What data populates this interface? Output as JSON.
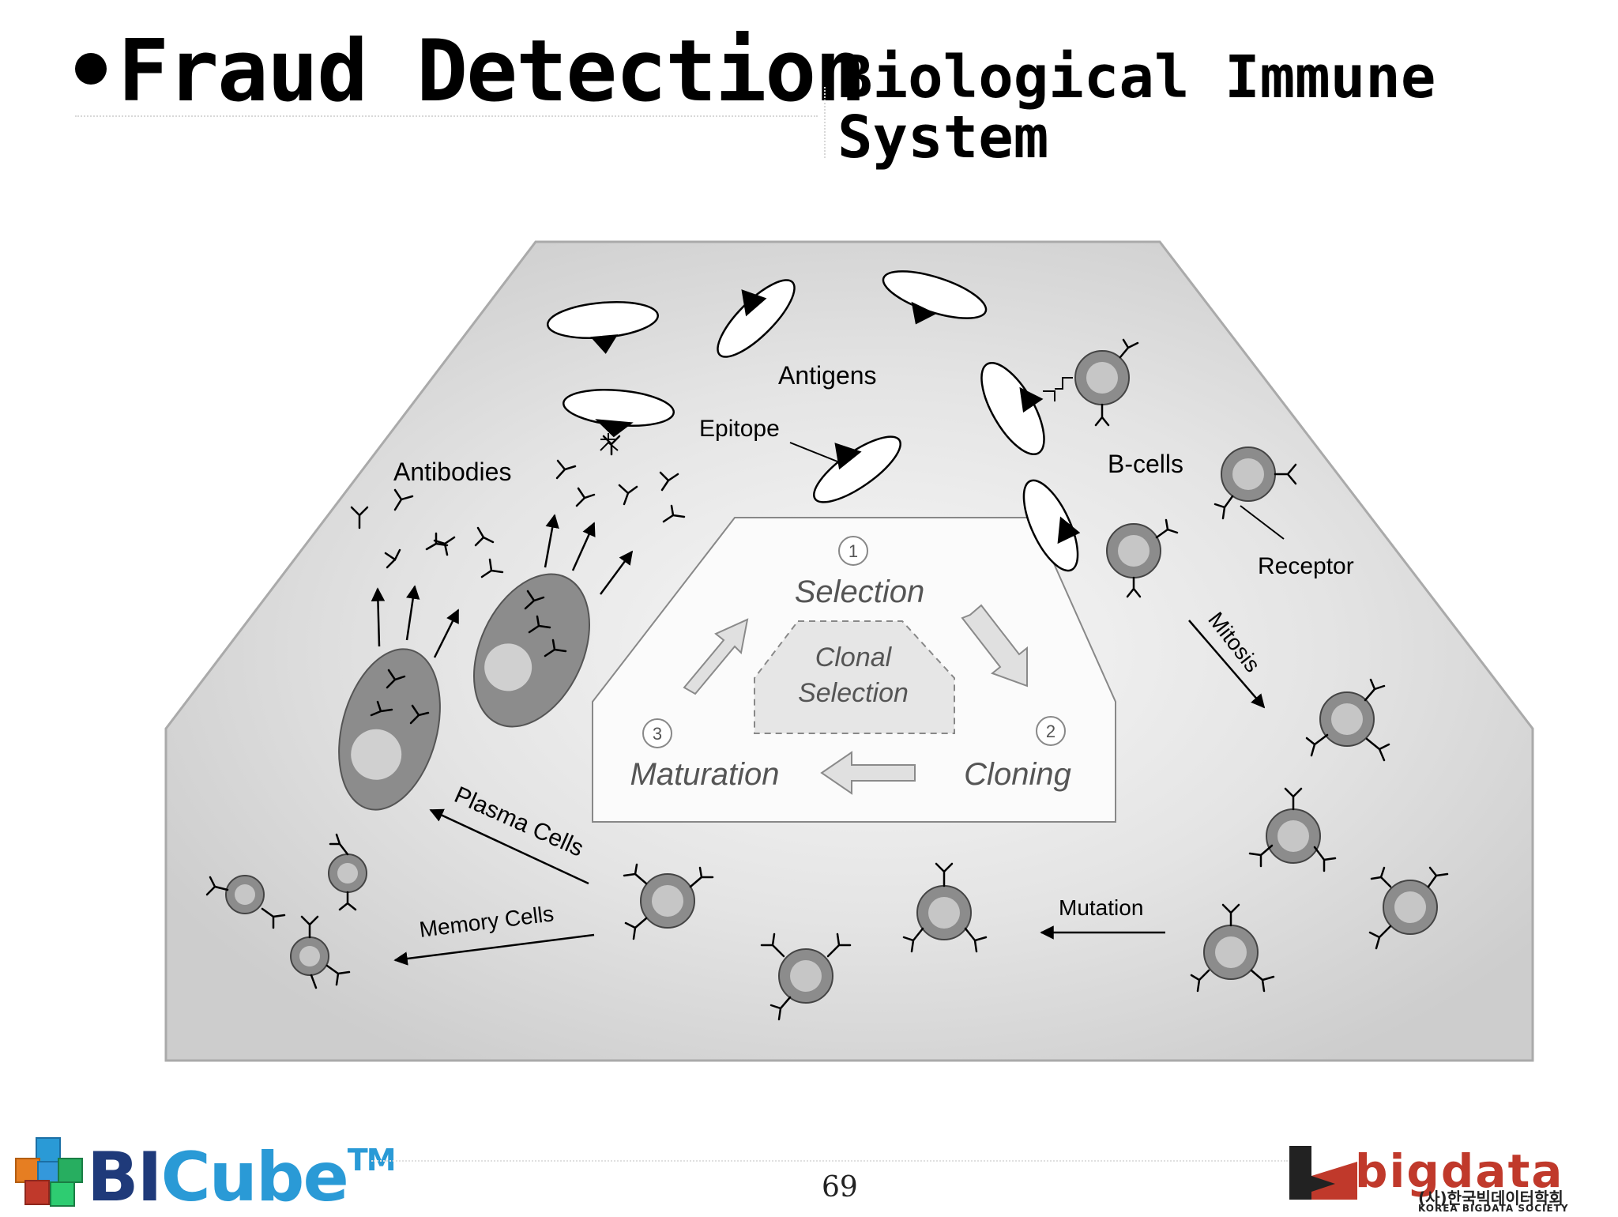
{
  "header": {
    "title": "Fraud Detection",
    "subtitle_line1": "Biological Immune",
    "subtitle_line2": "System"
  },
  "diagram": {
    "antigens": "Antigens",
    "epitope": "Epitope",
    "antibodies": "Antibodies",
    "b_cells": "B-cells",
    "receptor": "Receptor",
    "mitosis": "Mitosis",
    "selection": "Selection",
    "clonal_line1": "Clonal",
    "clonal_line2": "Selection",
    "cloning": "Cloning",
    "maturation": "Maturation",
    "step1": "1",
    "step2": "2",
    "step3": "3",
    "plasma_cells": "Plasma Cells",
    "memory_cells": "Memory Cells",
    "mutation": "Mutation"
  },
  "footer": {
    "page_number": "69",
    "logo_left_bi": "BI",
    "logo_left_cube": "Cube",
    "logo_left_tm": "TM",
    "logo_right_word": "bigdata",
    "logo_right_korean": "(사)한국빅데이터학회",
    "logo_right_english": "KOREA BIGDATA SOCIETY"
  },
  "colors": {
    "diagram_bg": "#d2d2d2",
    "diagram_center": "#f6f6f6",
    "cell_fill": "#8a8a8a",
    "cell_nucleus": "#c8c8c8",
    "logo_blue_dark": "#1f3a7a",
    "logo_blue": "#2a9ad6",
    "logo_red": "#c0392b"
  }
}
